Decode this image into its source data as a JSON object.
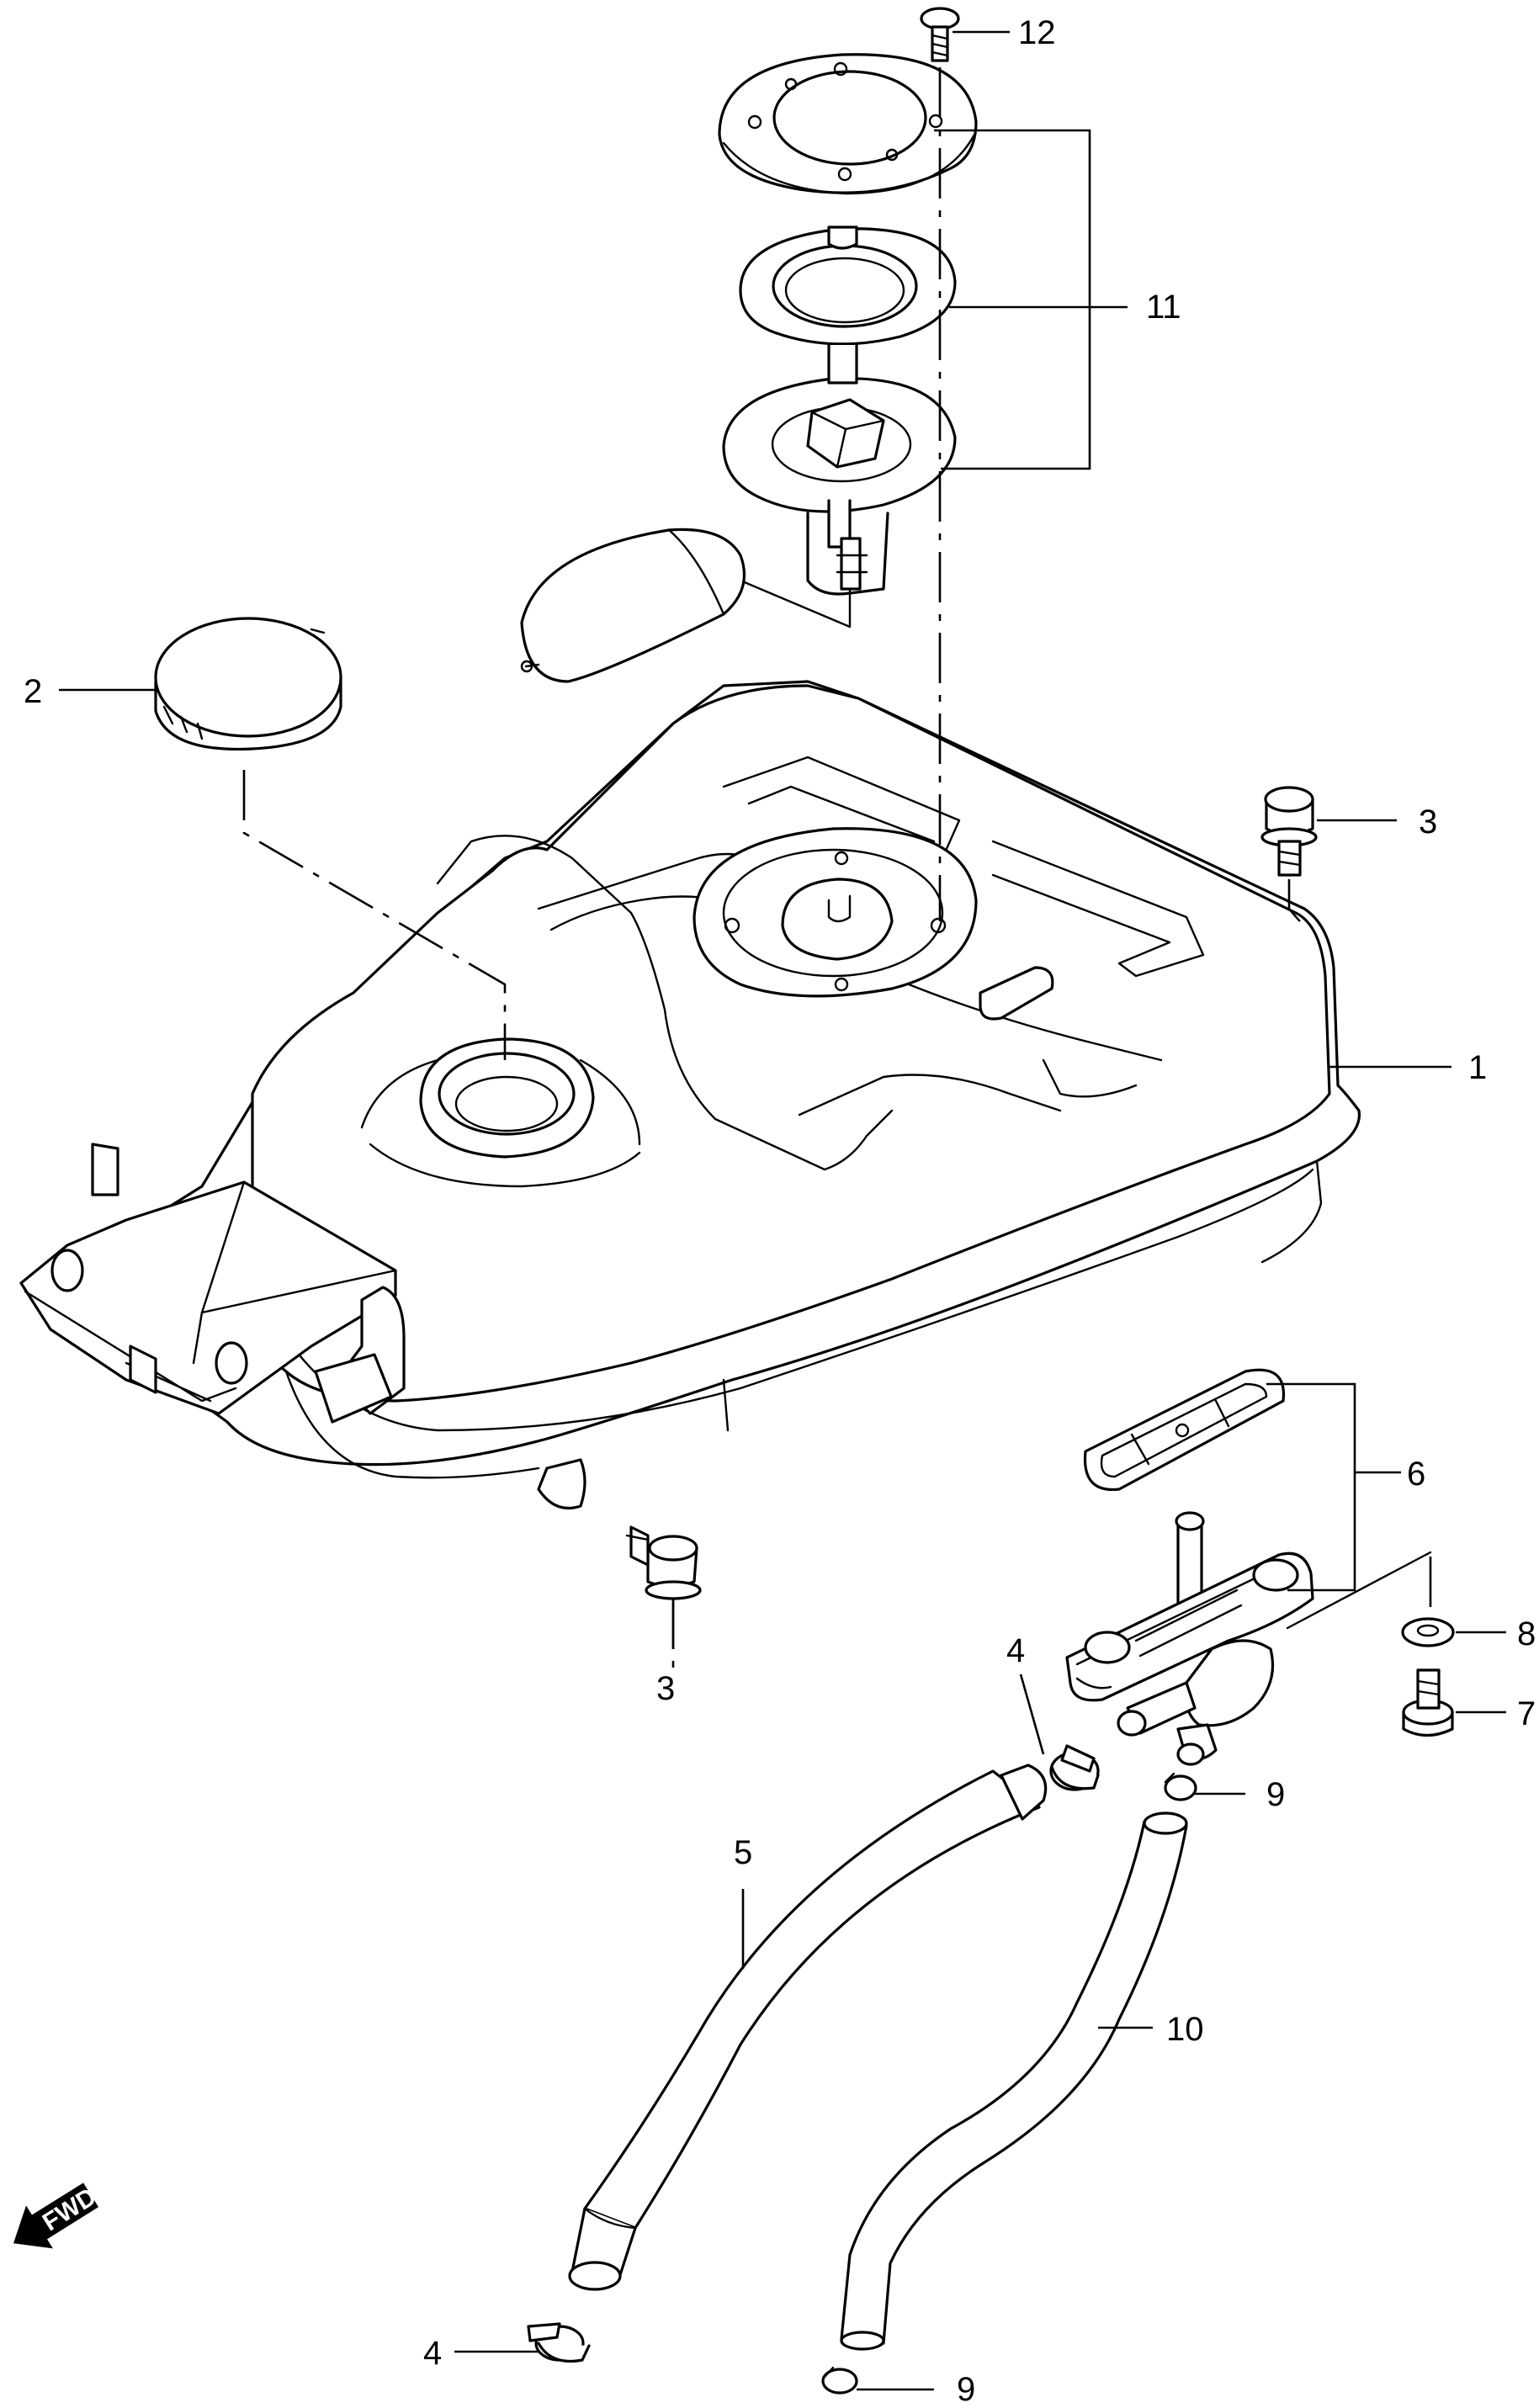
{
  "callouts": [
    {
      "id": "1",
      "label": "1"
    },
    {
      "id": "2",
      "label": "2"
    },
    {
      "id": "3a",
      "label": "3"
    },
    {
      "id": "3b",
      "label": "3"
    },
    {
      "id": "4a",
      "label": "4"
    },
    {
      "id": "4b",
      "label": "4"
    },
    {
      "id": "5",
      "label": "5"
    },
    {
      "id": "6",
      "label": "6"
    },
    {
      "id": "7",
      "label": "7"
    },
    {
      "id": "8",
      "label": "8"
    },
    {
      "id": "9a",
      "label": "9"
    },
    {
      "id": "9b",
      "label": "9"
    },
    {
      "id": "10",
      "label": "10"
    },
    {
      "id": "11",
      "label": "11"
    },
    {
      "id": "12",
      "label": "12"
    }
  ],
  "direction_marker": {
    "label": "FWD",
    "icon": "forward-arrow-icon"
  },
  "colors": {
    "line": "#000000",
    "background": "#ffffff"
  }
}
